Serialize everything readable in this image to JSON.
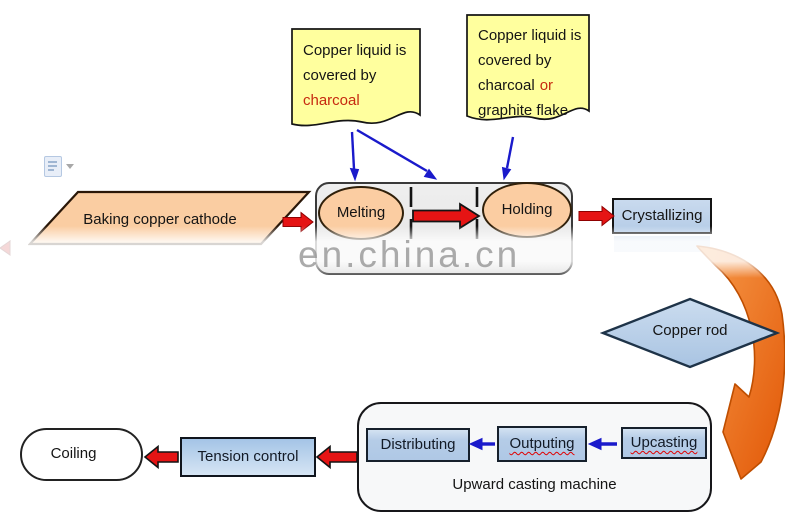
{
  "callouts": {
    "c1": {
      "line1": "Copper liquid is",
      "line2": "covered by",
      "line3": "charcoal"
    },
    "c2": {
      "line1": "Copper liquid is",
      "line2": "covered by",
      "line3a": "charcoal",
      "line3b": "or",
      "line4": "graphite flake"
    }
  },
  "nodes": {
    "baking": "Baking copper cathode",
    "melting": "Melting",
    "holding": "Holding",
    "crystallizing": "Crystallizing",
    "copper_rod": "Copper rod",
    "distributing": "Distributing",
    "outputing": "Outputing",
    "upcasting": "Upcasting",
    "machine": "Upward casting machine",
    "tension_control": "Tension control",
    "coiling": "Coiling"
  },
  "watermark": {
    "text": "en.china.cn"
  },
  "colors": {
    "callout_yellow": "#FFFF9E",
    "peach": "#FACDA2",
    "node_blue": "#B5CCE7",
    "red_arrow": "#E51414",
    "blue_arrow": "#1A1ACB",
    "orange_arrow": "#E8650C",
    "container_gray": "#E9E9E9"
  }
}
